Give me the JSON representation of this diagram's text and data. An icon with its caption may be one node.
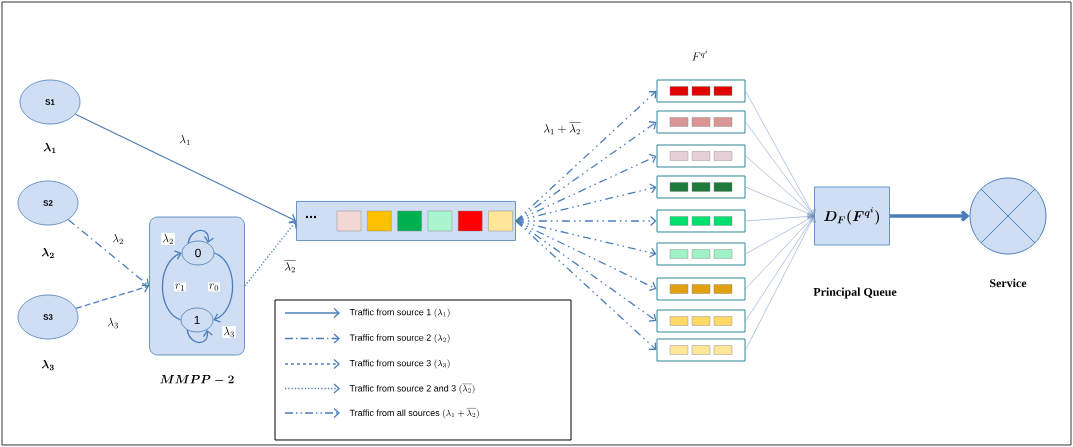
{
  "diagram": {
    "nodes": [
      {
        "text": [
          "S1"
        ],
        "beside": [
          "\\boldsymbol{\\lambda_1}"
        ]
      },
      {
        "text": [
          "S2"
        ],
        "beside": [
          "\\boldsymbol{\\lambda_2}"
        ]
      },
      {
        "text": [
          "S3"
        ],
        "beside": [
          "\\boldsymbol{\\lambda_3}"
        ]
      },
      {
        "text": [
          "\\boldsymbol{MMPP-2}"
        ]
      },
      {
        "text": [
          "0"
        ],
        "in": 3
      },
      {
        "text": [
          "1"
        ],
        "in": 3
      },
      {
        "text": [
          "..."
        ]
      },
      {
        "text": [],
        "shape": "box"
      },
      {
        "text": [],
        "shape": "box"
      },
      {
        "text": [],
        "shape": "box"
      },
      {
        "text": [],
        "shape": "box"
      },
      {
        "text": [],
        "shape": "box"
      },
      {
        "text": [],
        "shape": "box"
      },
      {
        "text": [],
        "shape": "box"
      },
      {
        "text": [],
        "shape": "box"
      },
      {
        "text": [],
        "shape": "box"
      },
      {
        "text": [
          "\\boldsymbol{D_F(F^{q^i})}"
        ],
        "beside": [
          "Principal Queue"
        ]
      },
      {
        "text": [],
        "shape": "circle",
        "beside": [
          "Service"
        ]
      }
    ],
    "edges": [
      {
        "from": 0,
        "to": 6,
        "arrow": "to",
        "label": "\\lambda_1"
      },
      {
        "from": 1,
        "to": 3,
        "arrow": "to",
        "label": "\\lambda_2",
        "style": "dashed"
      },
      {
        "from": 2,
        "to": 3,
        "arrow": "to",
        "label": "\\lambda_3",
        "style": "dashed"
      },
      {
        "from": 3,
        "to": 6,
        "arrow": "to",
        "label": "\\overline{\\lambda_2}",
        "style": "dashed"
      },
      {
        "from": 4,
        "to": 4,
        "arrow": "to",
        "label": "\\lambda_2"
      },
      {
        "from": 5,
        "to": 5,
        "arrow": "to",
        "label": "\\lambda_3"
      },
      {
        "from": 4,
        "to": 5,
        "arrow": "to",
        "label": "r_0"
      },
      {
        "from": 5,
        "to": 4,
        "arrow": "to",
        "label": "r_1"
      },
      {
        "from": 6,
        "to": 7,
        "arrow": "to",
        "style": "dashed",
        "label": "\\lambda_1+\\overline{\\lambda_2}"
      },
      {
        "from": 6,
        "to": 8,
        "arrow": "to",
        "style": "dashed"
      },
      {
        "from": 6,
        "to": 9,
        "arrow": "to",
        "style": "dashed"
      },
      {
        "from": 6,
        "to": 10,
        "arrow": "to",
        "style": "dashed"
      },
      {
        "from": 6,
        "to": 11,
        "arrow": "to",
        "style": "dashed"
      },
      {
        "from": 6,
        "to": 12,
        "arrow": "to",
        "style": "dashed"
      },
      {
        "from": 6,
        "to": 13,
        "arrow": "to",
        "style": "dashed"
      },
      {
        "from": 6,
        "to": 14,
        "arrow": "to",
        "style": "dashed"
      },
      {
        "from": 6,
        "to": 15,
        "arrow": "to",
        "style": "dashed"
      },
      {
        "from": 7,
        "to": 16,
        "arrow": "to",
        "color": "#6f8fbf"
      },
      {
        "from": 8,
        "to": 16,
        "arrow": "to",
        "color": "#6f8fbf"
      },
      {
        "from": 9,
        "to": 16,
        "arrow": "to",
        "color": "#6f8fbf"
      },
      {
        "from": 10,
        "to": 16,
        "arrow": "to",
        "color": "#6f8fbf"
      },
      {
        "from": 11,
        "to": 16,
        "arrow": "to",
        "color": "#6f8fbf"
      },
      {
        "from": 12,
        "to": 16,
        "arrow": "to",
        "color": "#6f8fbf"
      },
      {
        "from": 13,
        "to": 16,
        "arrow": "to",
        "color": "#6f8fbf"
      },
      {
        "from": 14,
        "to": 16,
        "arrow": "to",
        "color": "#6f8fbf"
      },
      {
        "from": 15,
        "to": 16,
        "arrow": "to",
        "color": "#6f8fbf"
      },
      {
        "from": 16,
        "to": 17,
        "arrow": "to",
        "style": "thick"
      }
    ],
    "labels": [
      "F^{q^i}"
    ],
    "legend": [
      {
        "text": "\\text{Traffic from source 1 }(\\lambda_1)"
      },
      {
        "text": "\\text{Traffic from source 2 }(\\lambda_2)"
      },
      {
        "text": "\\text{Traffic from source 3 }(\\lambda_3)"
      },
      {
        "text": "\\text{Traffic from source 2 and 3 }(\\overline{\\lambda_2})"
      },
      {
        "text": "\\text{Traffic from all sources }(\\lambda_1+\\overline{\\lambda_2})"
      }
    ]
  }
}
